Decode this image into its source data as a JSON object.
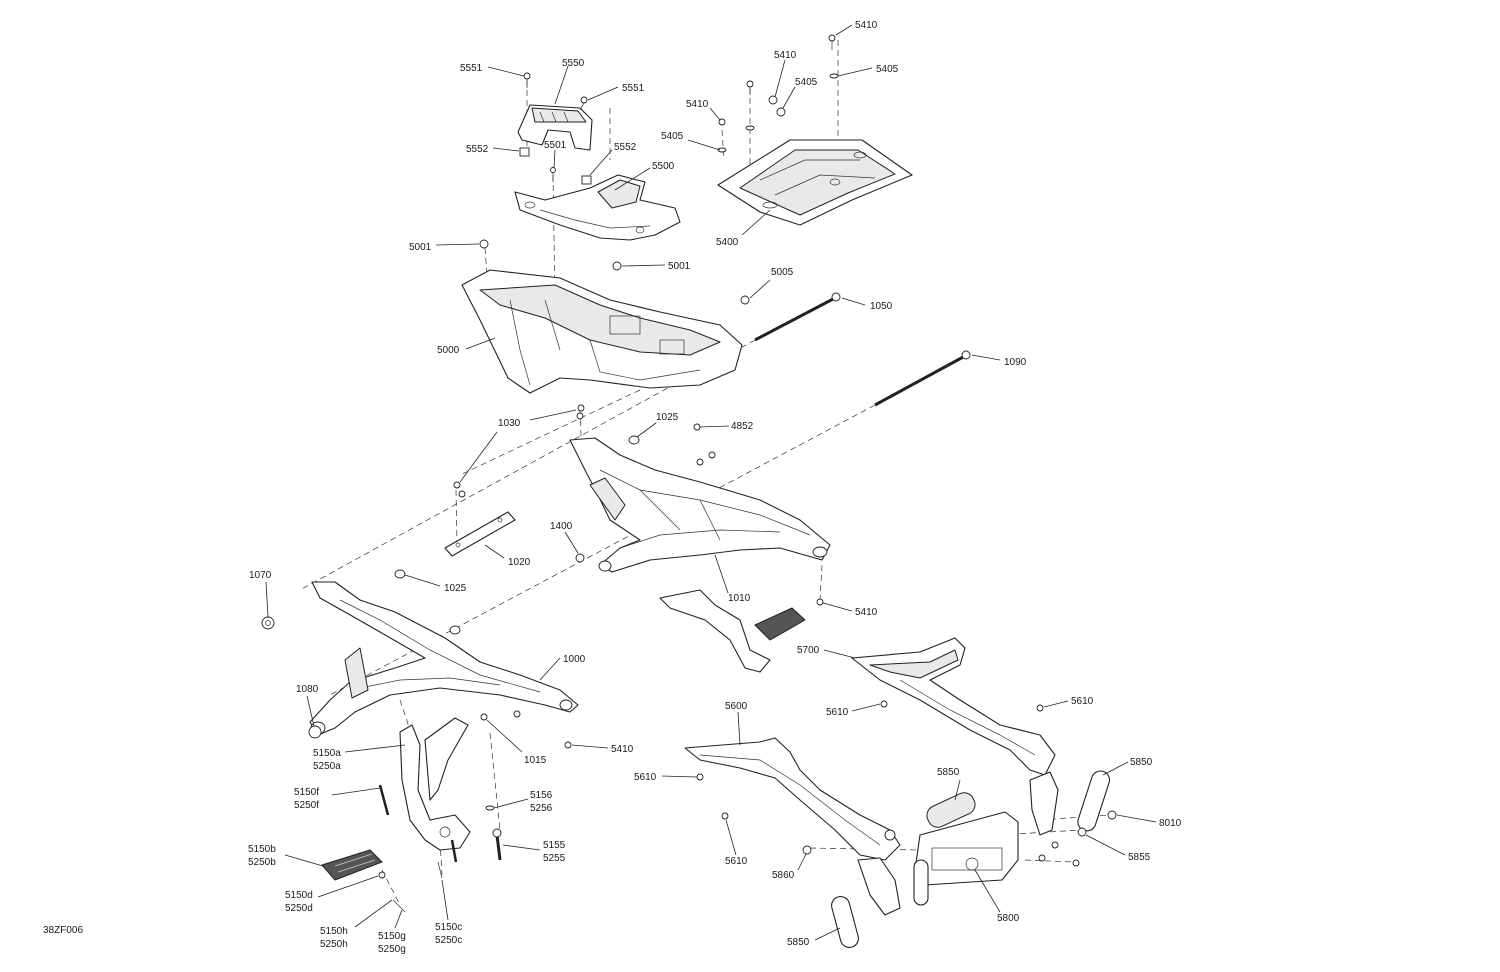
{
  "drawing_reference": "38ZF006",
  "callouts": {
    "c5410_top": "5410",
    "c5405_top": "5405",
    "c5410_b": "5410",
    "c5405_b": "5405",
    "c5410_c": "5410",
    "c5405_c": "5405",
    "c5400": "5400",
    "c5551_l": "5551",
    "c5550": "5550",
    "c5551_r": "5551",
    "c5552_l": "5552",
    "c5501": "5501",
    "c5552_r": "5552",
    "c5500": "5500",
    "c5001_l": "5001",
    "c5001_r": "5001",
    "c5005": "5005",
    "c1050": "1050",
    "c5000": "5000",
    "c1090": "1090",
    "c1030": "1030",
    "c1025_top": "1025",
    "c4852": "4852",
    "c1020": "1020",
    "c1400": "1400",
    "c1070": "1070",
    "c1025_b": "1025",
    "c1010": "1010",
    "c5410_d": "5410",
    "c1000": "1000",
    "c5700": "5700",
    "c5610_a": "5610",
    "c5610_b": "5610",
    "c1080": "1080",
    "c5600": "5600",
    "c5150a": "5150a",
    "c5250a": "5250a",
    "c1015": "1015",
    "c5410_e": "5410",
    "c5610_c": "5610",
    "c5850_r": "5850",
    "c5850_m": "5850",
    "c5150f": "5150f",
    "c5250f": "5250f",
    "c5156": "5156",
    "c5256": "5256",
    "c8010": "8010",
    "c5610_d": "5610",
    "c5155": "5155",
    "c5255": "5255",
    "c5855": "5855",
    "c5150b": "5150b",
    "c5250b": "5250b",
    "c5860": "5860",
    "c5800": "5800",
    "c5150d": "5150d",
    "c5250d": "5250d",
    "c5150h": "5150h",
    "c5250h": "5250h",
    "c5150g": "5150g",
    "c5250g": "5250g",
    "c5150c": "5150c",
    "c5250c": "5250c",
    "c5850_b": "5850"
  }
}
